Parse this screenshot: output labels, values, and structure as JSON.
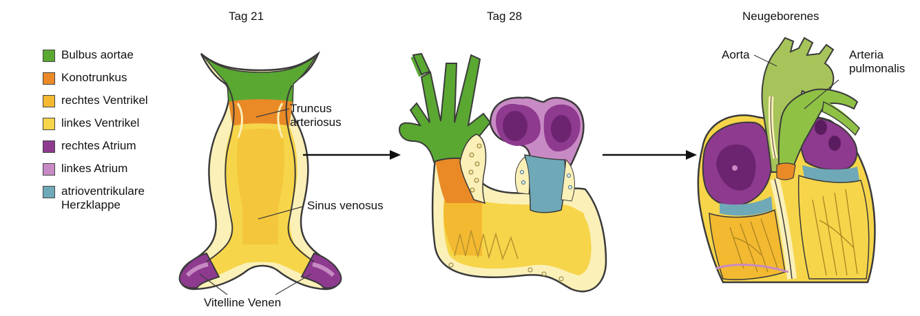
{
  "stages": {
    "day21": "Tag 21",
    "day28": "Tag 28",
    "newborn": "Neugeborenes"
  },
  "legend": [
    {
      "label": "Bulbus aortae",
      "color": "#5aa832"
    },
    {
      "label": "Konotrunkus",
      "color": "#e98a26"
    },
    {
      "label": "rechtes Ventrikel",
      "color": "#f3b930"
    },
    {
      "label": "linkes Ventrikel",
      "color": "#f6d54a"
    },
    {
      "label": "rechtes Atrium",
      "color": "#8e3a8f"
    },
    {
      "label": "linkes Atrium",
      "color": "#c88ac4"
    },
    {
      "label": "atrioventrikulare Herzklappe",
      "color": "#6fa9b8"
    }
  ],
  "labels": {
    "truncus": "Truncus arteriosus",
    "sinus": "Sinus venosus",
    "vitelline": "Vitelline Venen",
    "aorta": "Aorta",
    "pulmonalis": "Arteria pulmonalis"
  },
  "colors": {
    "outline": "#3a3a3a",
    "pale_wall": "#fbf0b8",
    "arrow": "#111111"
  }
}
